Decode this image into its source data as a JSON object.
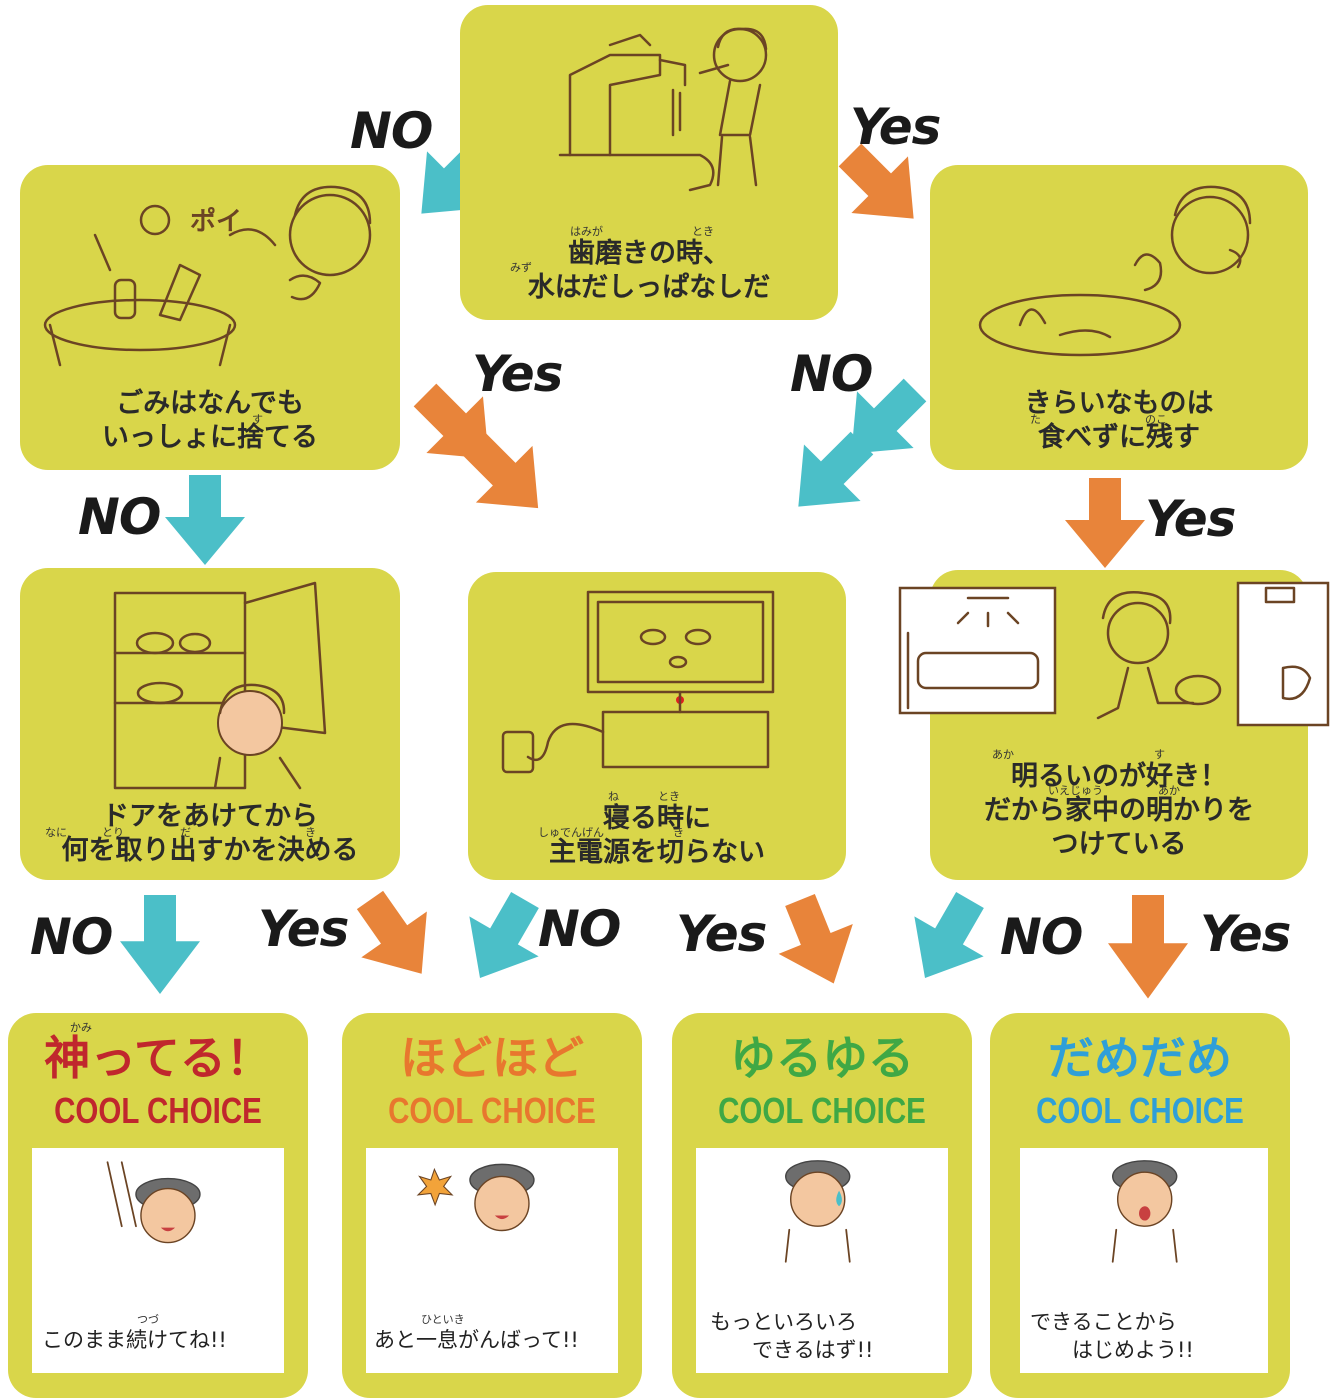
{
  "questions": {
    "q1": {
      "ruby": [
        "はみが",
        "とき",
        "みず"
      ],
      "text": "歯磨きの時、\n水はだしっぱなしだ"
    },
    "q2": {
      "ruby": [
        "す"
      ],
      "text": "ごみはなんでも\nいっしょに捨てる"
    },
    "q3": {
      "ruby": [
        "た",
        "のこ"
      ],
      "text": "きらいなものは\n食べずに残す"
    },
    "q4": {
      "ruby": [
        "なに",
        "とり",
        "だ",
        "き"
      ],
      "text": "ドアをあけてから\n何を取り出すかを決める"
    },
    "q5": {
      "ruby": [
        "ね",
        "とき",
        "しゅでんげん",
        "き"
      ],
      "text": "寝る時に\n主電源を切らない"
    },
    "q6": {
      "ruby": [
        "あか",
        "す",
        "いえじゅう",
        "あか"
      ],
      "text": "明るいのが好き！\nだから家中の明かりを\nつけている"
    }
  },
  "labels": {
    "yes": "Yes",
    "no": "NO"
  },
  "results": [
    {
      "title": "神ってる！",
      "ruby": "かみ",
      "sub": "COOL CHOICE",
      "color": "#c0272d",
      "msg": "このまま続けてね!!",
      "msg_ruby": "つづ"
    },
    {
      "title": "ほどほど",
      "sub": "COOL CHOICE",
      "color": "#e8772e",
      "msg": "あと一息がんばって!!",
      "msg_ruby": "ひといき"
    },
    {
      "title": "ゆるゆる",
      "sub": "COOL CHOICE",
      "color": "#3fa845",
      "msg": "もっといろいろ\n　　できるはず!!"
    },
    {
      "title": "だめだめ",
      "sub": "COOL CHOICE",
      "color": "#2f9fd8",
      "msg": "できることから\n　　はじめよう!!"
    }
  ],
  "colors": {
    "box": "#d9d64a",
    "yes_arrow": "#e8843a",
    "no_arrow": "#4bbfc8"
  },
  "icons": [
    "faucet-toothbrush-illustration",
    "trash-throwing-illustration",
    "leftover-food-illustration",
    "fridge-illustration",
    "tv-illustration",
    "bright-room-illustration"
  ]
}
